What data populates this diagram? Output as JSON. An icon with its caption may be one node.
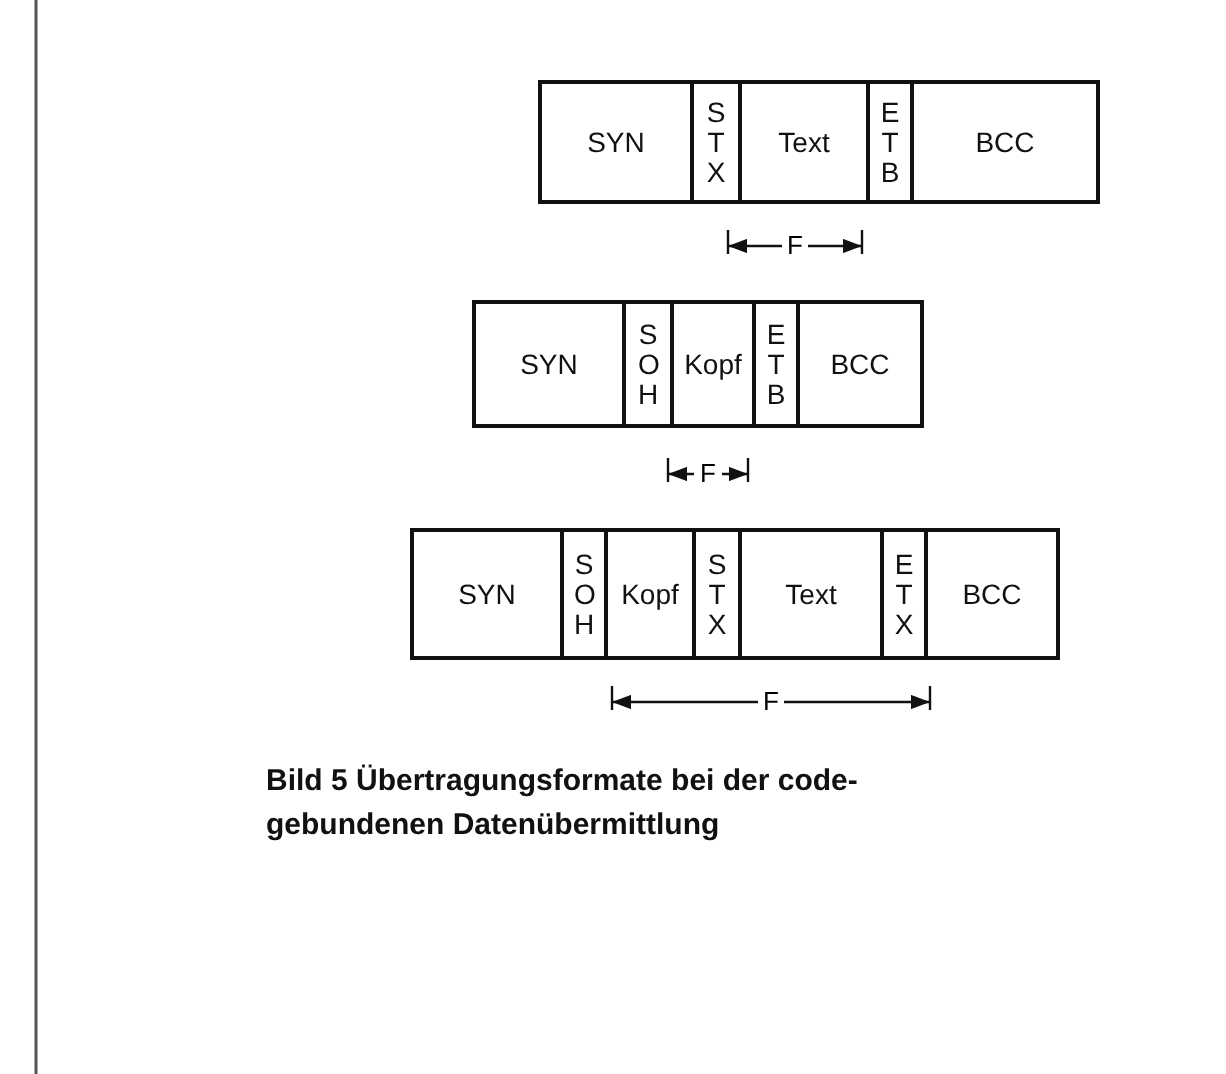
{
  "diagram": {
    "caption": "Bild 5 Übertragungsformate bei der code-gebundenen Datenübermittlung",
    "nodes": [
      {
        "text": [
          "SYN"
        ]
      },
      {
        "text": [
          "STX"
        ]
      },
      {
        "text": [
          "Text"
        ]
      },
      {
        "text": [
          "ETB"
        ]
      },
      {
        "text": [
          "BCC"
        ]
      },
      {
        "text": [
          "SYN"
        ]
      },
      {
        "text": [
          "SOH"
        ]
      },
      {
        "text": [
          "Kopf"
        ]
      },
      {
        "text": [
          "ETB"
        ]
      },
      {
        "text": [
          "BCC"
        ]
      },
      {
        "text": [
          "SYN"
        ]
      },
      {
        "text": [
          "SOH"
        ]
      },
      {
        "text": [
          "Kopf"
        ]
      },
      {
        "text": [
          "STX"
        ]
      },
      {
        "text": [
          "Text"
        ]
      },
      {
        "text": [
          "ETX"
        ]
      },
      {
        "text": [
          "BCC"
        ]
      }
    ],
    "edges": [],
    "labels": [
      "F",
      "F",
      "F"
    ]
  }
}
